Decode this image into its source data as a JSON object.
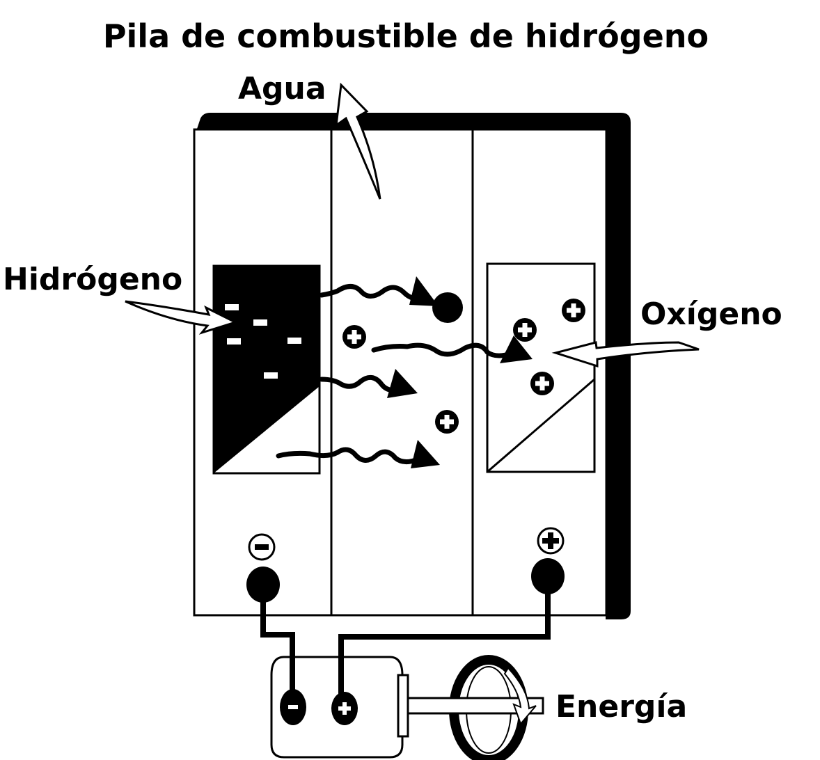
{
  "title": "Pila de combustible de hidrógeno",
  "labels": {
    "water": "Agua",
    "hydrogen": "Hidrógeno",
    "oxygen": "Oxígeno",
    "energy": "Energía"
  },
  "terminals": {
    "anode_sign": "−",
    "cathode_sign": "+"
  },
  "colors": {
    "ink": "#000000",
    "paper": "#ffffff"
  }
}
